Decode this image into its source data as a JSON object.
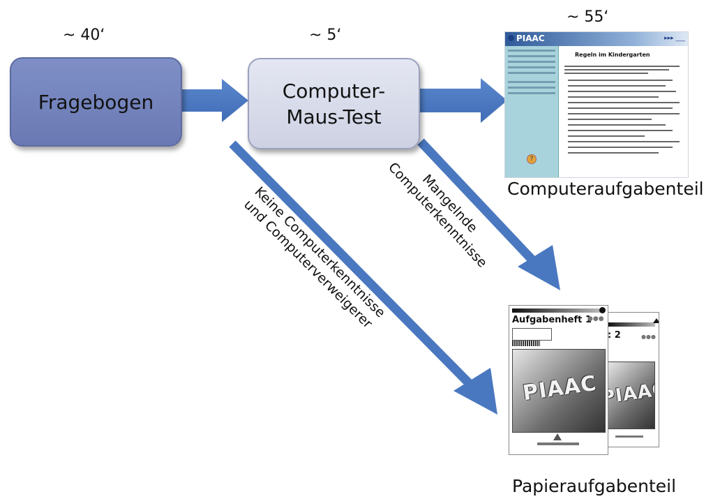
{
  "times": {
    "fragebogen": "~ 40‘",
    "maus_test": "~ 5‘",
    "computer": "~ 55‘"
  },
  "boxes": {
    "fragebogen": "Fragebogen",
    "maus_test": "Computer-\nMaus-Test"
  },
  "arrow_labels": {
    "mangelnde": "Mangelnde\nComputerkenntnisse",
    "keine": "Keine Computerkenntnisse\nund Computerverweigerer"
  },
  "outcomes": {
    "computer": "Computeraufgabenteil",
    "papier": "Papieraufgabenteil"
  },
  "screen": {
    "logo": "PIAAC",
    "title": "Regeln im Kindergarten",
    "help": "?"
  },
  "booklets": {
    "front_title": "Aufgabenheft 1",
    "back_title": ": 2",
    "logo_word": "PIAAC"
  },
  "colors": {
    "arrow": "#4a78c0",
    "fragebogen_box": "#7080bb",
    "maus_box": "#d6d9e8"
  }
}
